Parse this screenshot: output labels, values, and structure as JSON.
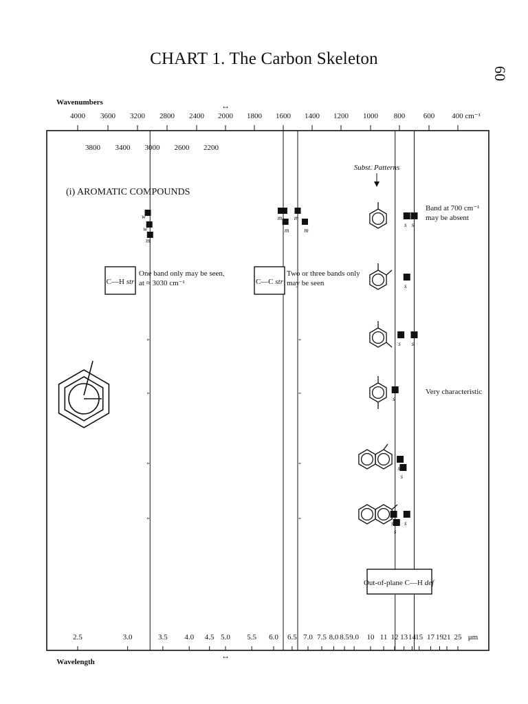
{
  "page_number": "60",
  "chart_data": {
    "type": "table",
    "title": "CHART 1.   The Carbon Skeleton",
    "top_axis": {
      "label": "Wavenumbers",
      "unit": "cm⁻¹",
      "ticks_upper": [
        "4000",
        "3600",
        "3200",
        "2800",
        "2400",
        "2000",
        "1800",
        "1600",
        "1400",
        "1200",
        "1000",
        "800",
        "600",
        "400 cm⁻¹"
      ],
      "ticks_lower": [
        "3800",
        "3400",
        "3000",
        "2600",
        "2200"
      ]
    },
    "bottom_axis": {
      "label": "Wavelength",
      "unit": "μm",
      "ticks": [
        "2.5",
        "3.0",
        "3.5",
        "4.0",
        "4.5",
        "5.0",
        "5.5",
        "6.0",
        "6.5",
        "7.0",
        "7.5",
        "8.0",
        "8.5",
        "9.0",
        "10",
        "11",
        "12",
        "13",
        "14",
        "15",
        "17",
        "19",
        "21",
        "25",
        "μm"
      ]
    },
    "section": "(i) AROMATIC COMPOUNDS",
    "subst_patterns_label": "Subst. Patterns",
    "reference_lines_cm1": [
      3030,
      1600,
      1500,
      830,
      700
    ],
    "aromatic_bands": [
      {
        "range": "C—H str",
        "intensity": "w",
        "approx_cm1": 3060
      },
      {
        "range": "C—H str",
        "intensity": "w",
        "approx_cm1": 3040
      },
      {
        "range": "C—H str",
        "intensity": "m",
        "approx_cm1": 3030
      },
      {
        "range": "C—C str",
        "intensity": "m",
        "approx_cm1": 1605
      },
      {
        "range": "C—C str",
        "intensity": "m",
        "approx_cm1": 1585
      },
      {
        "range": "C—C str",
        "intensity": "m",
        "approx_cm1": 1500
      },
      {
        "range": "C—C str",
        "intensity": "m",
        "approx_cm1": 1450
      }
    ],
    "substitution_patterns": [
      {
        "pattern": "mono",
        "bands": [
          {
            "cm1": 750,
            "intensity": "s"
          },
          {
            "cm1": 700,
            "intensity": "s"
          }
        ],
        "note": "Band at 700 cm⁻¹\nmay be absent"
      },
      {
        "pattern": "ortho",
        "bands": [
          {
            "cm1": 750,
            "intensity": "s"
          }
        ],
        "note": ""
      },
      {
        "pattern": "meta",
        "bands": [
          {
            "cm1": 790,
            "intensity": "s"
          },
          {
            "cm1": 700,
            "intensity": "s"
          }
        ],
        "note": ""
      },
      {
        "pattern": "para",
        "bands": [
          {
            "cm1": 830,
            "intensity": "s"
          }
        ],
        "note": "Very characteristic"
      },
      {
        "pattern": "1-naphthyl",
        "bands": [
          {
            "cm1": 795,
            "intensity": "s"
          },
          {
            "cm1": 775,
            "intensity": "s"
          }
        ],
        "note": ""
      },
      {
        "pattern": "2-naphthyl",
        "bands": [
          {
            "cm1": 840,
            "intensity": "s"
          },
          {
            "cm1": 820,
            "intensity": "s"
          },
          {
            "cm1": 750,
            "intensity": "s"
          }
        ],
        "note": ""
      }
    ],
    "annotations": {
      "ch_box": "C—H",
      "ch_box_italic": "str",
      "ch_note": "One band only may be seen,\nat ≈ 3030 cm⁻¹",
      "cc_box": "C—C",
      "cc_box_italic": "str",
      "cc_note": "Two or three bands only\nmay be seen",
      "oop_box": "Out-of-plane C—H",
      "oop_box_italic": "def",
      "ditto": "\""
    },
    "intensity_labels": {
      "w": "w",
      "m": "m",
      "s": "s"
    }
  }
}
